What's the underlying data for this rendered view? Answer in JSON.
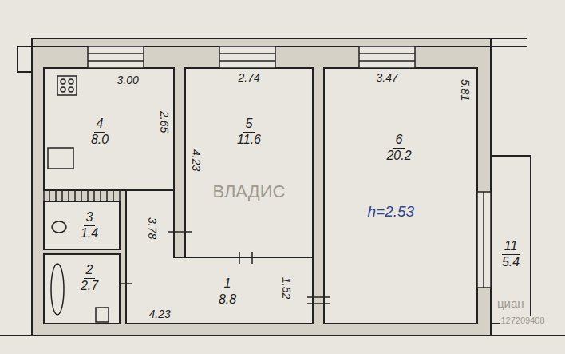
{
  "diagram": {
    "nodes": [
      {
        "text": [
          "4",
          "8.0"
        ]
      },
      {
        "text": [
          "5",
          "11.6"
        ]
      },
      {
        "text": [
          "6",
          "20.2"
        ]
      },
      {
        "text": [
          "3",
          "1.4"
        ]
      },
      {
        "text": [
          "2",
          "2.7"
        ]
      },
      {
        "text": [
          "1",
          "8.8"
        ]
      },
      {
        "text": [
          "11",
          "5.4"
        ]
      }
    ],
    "labels": [
      "3.00",
      "2.74",
      "3.47",
      "5.81",
      "2.65",
      "4.23",
      "3.78",
      "1.52",
      "4.23",
      "h=2.53",
      "ВЛАДИС",
      "циан",
      "127209408"
    ]
  }
}
